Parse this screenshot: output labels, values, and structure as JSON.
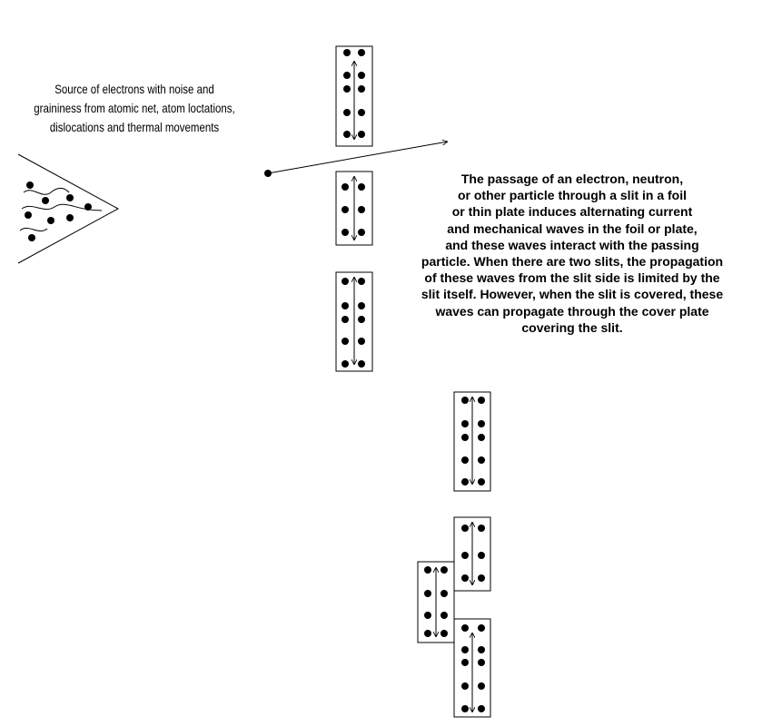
{
  "source_label": {
    "lines": [
      "Source of electrons with noise and",
      "graininess from atomic net, atom loctations,",
      "dislocations and thermal movements"
    ]
  },
  "description": {
    "lines": [
      "The passage of an electron, neutron,",
      "or other particle through a slit in a foil",
      "or thin plate induces alternating current",
      "and mechanical waves in the foil or plate,",
      "and these waves interact with the passing",
      "particle. When there are two slits, the propagation",
      "of these waves from the slit side is limited by the",
      "slit itself. However, when the slit is covered, these",
      "waves can propagate through the cover plate",
      "covering the slit."
    ]
  },
  "colors": {
    "ink": "#000000",
    "background": "#ffffff"
  }
}
